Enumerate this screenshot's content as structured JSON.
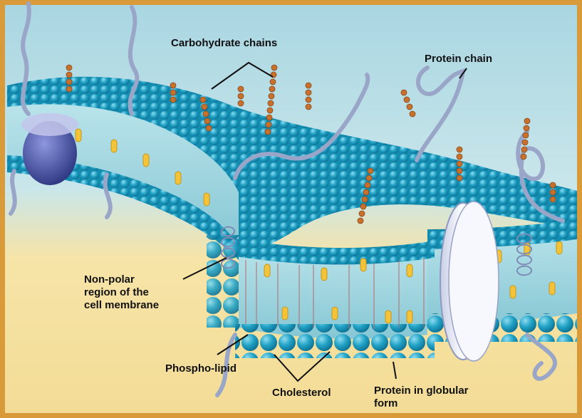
{
  "labels": {
    "carbohydrate_chains": "Carbohydrate chains",
    "protein_chain": "Protein chain",
    "non_polar_region": "Non-polar\nregion of the\ncell membrane",
    "phospho_lipid": "Phospho-lipid",
    "cholesterol": "Cholesterol",
    "protein_globular": "Protein in globular\nform"
  },
  "colors": {
    "frame": "#d99a3a",
    "background_sky": "#b7dde6",
    "background_sand": "#f6e2a4",
    "lipid_head": "#1e9ec2",
    "lipid_head_highlight": "#7fd3ea",
    "lipid_core": "#9ad3dd",
    "cholesterol": "#f3c43a",
    "carbohydrate": "#c8702e",
    "protein_chain": "#9aa6c8",
    "globular_protein": "#f4f5fb",
    "channel_protein": "#3f4a9e",
    "leader_line": "#111111"
  }
}
